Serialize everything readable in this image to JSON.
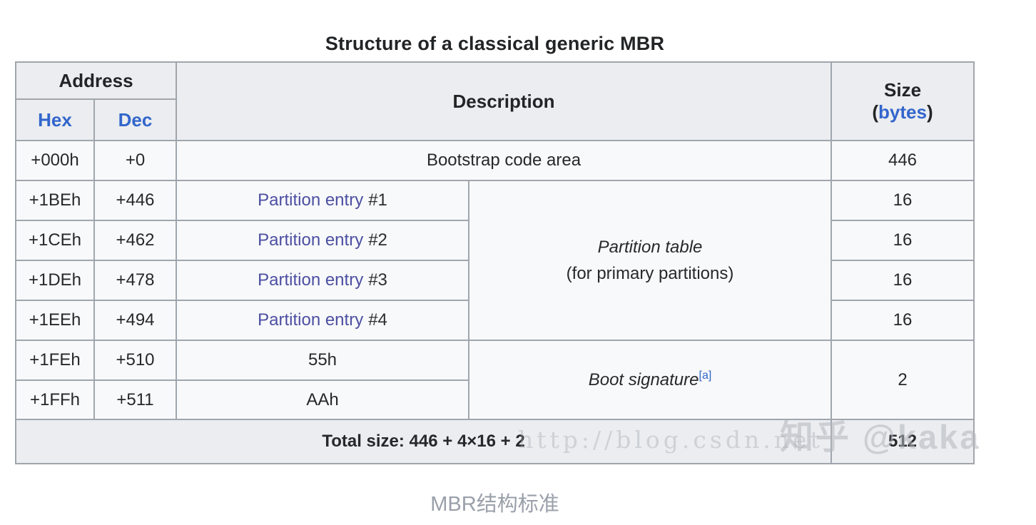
{
  "page": {
    "title": "Structure of a classical generic MBR",
    "caption": "MBR结构标准"
  },
  "colors": {
    "link_blue": "#3366cc",
    "partition_link_purple": "#4c4fa2",
    "header_bg": "#ebedf0",
    "row_bg": "#f8f9fa",
    "border": "#a0a6ad",
    "caption_gray": "#9aa0aa"
  },
  "table": {
    "headers": {
      "address": "Address",
      "hex": "Hex",
      "dec": "Dec",
      "description": "Description",
      "size": "Size",
      "size_open": "(",
      "size_bytes": "bytes",
      "size_close": ")"
    },
    "rows": {
      "bootstrap": {
        "hex": "+000h",
        "dec": "+0",
        "desc": "Bootstrap code area",
        "size": "446"
      },
      "pe1": {
        "hex": "+1BEh",
        "dec": "+446",
        "link": "Partition entry",
        "num": "#1",
        "size": "16"
      },
      "pe2": {
        "hex": "+1CEh",
        "dec": "+462",
        "link": "Partition entry",
        "num": "#2",
        "size": "16"
      },
      "pe3": {
        "hex": "+1DEh",
        "dec": "+478",
        "link": "Partition entry",
        "num": "#3",
        "size": "16"
      },
      "pe4": {
        "hex": "+1EEh",
        "dec": "+494",
        "link": "Partition entry",
        "num": "#4",
        "size": "16"
      },
      "partition_table": {
        "line1": "Partition table",
        "line2": "(for primary partitions)"
      },
      "sig1": {
        "hex": "+1FEh",
        "dec": "+510",
        "desc": "55h"
      },
      "sig2": {
        "hex": "+1FFh",
        "dec": "+511",
        "desc": "AAh"
      },
      "boot_signature": {
        "label": "Boot signature",
        "ref": "[a]",
        "size": "2"
      },
      "total": {
        "label": "Total size: 446 + 4×16 + 2",
        "size": "512"
      }
    }
  },
  "watermarks": {
    "zhihu": "知乎 @kaka",
    "url": "http://blog.csdn.net"
  }
}
